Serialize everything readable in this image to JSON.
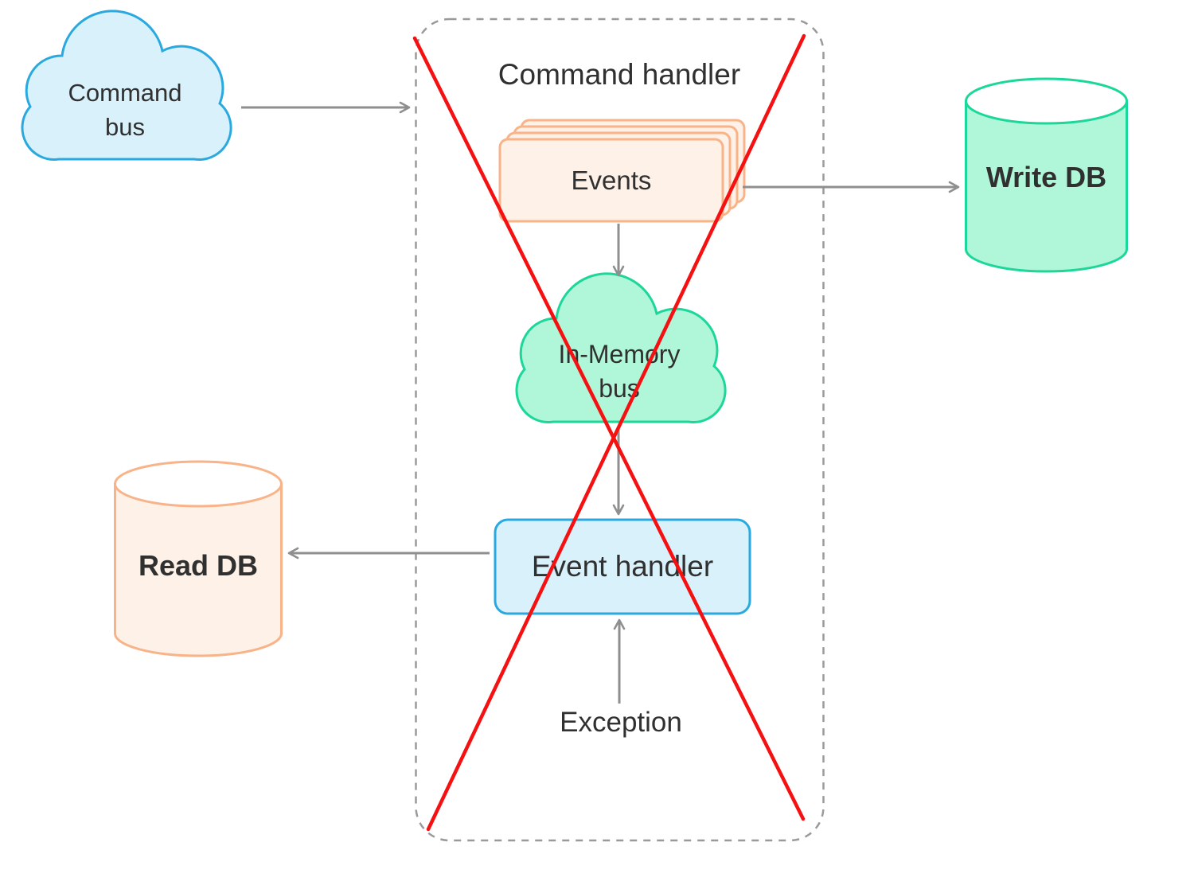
{
  "diagram": {
    "container_title": "Command handler",
    "nodes": {
      "command_bus": {
        "line1": "Command",
        "line2": "bus"
      },
      "events": {
        "label": "Events"
      },
      "in_memory_bus": {
        "line1": "In-Memory",
        "line2": "bus"
      },
      "event_handler": {
        "label": "Event handler"
      },
      "exception": {
        "label": "Exception"
      },
      "write_db": {
        "label": "Write DB"
      },
      "read_db": {
        "label": "Read DB"
      }
    },
    "colors": {
      "blue_stroke": "#2aa9e0",
      "blue_fill": "#d9f1fb",
      "orange_stroke": "#f9b388",
      "orange_fill": "#fdf1e8",
      "green_stroke": "#1cd79a",
      "green_fill": "#b0f7d9",
      "arrow_gray": "#8f8f8f",
      "dashed_gray": "#9a9a9a",
      "red_cross": "#f51111",
      "text": "#303030",
      "background": "#ffffff"
    }
  }
}
